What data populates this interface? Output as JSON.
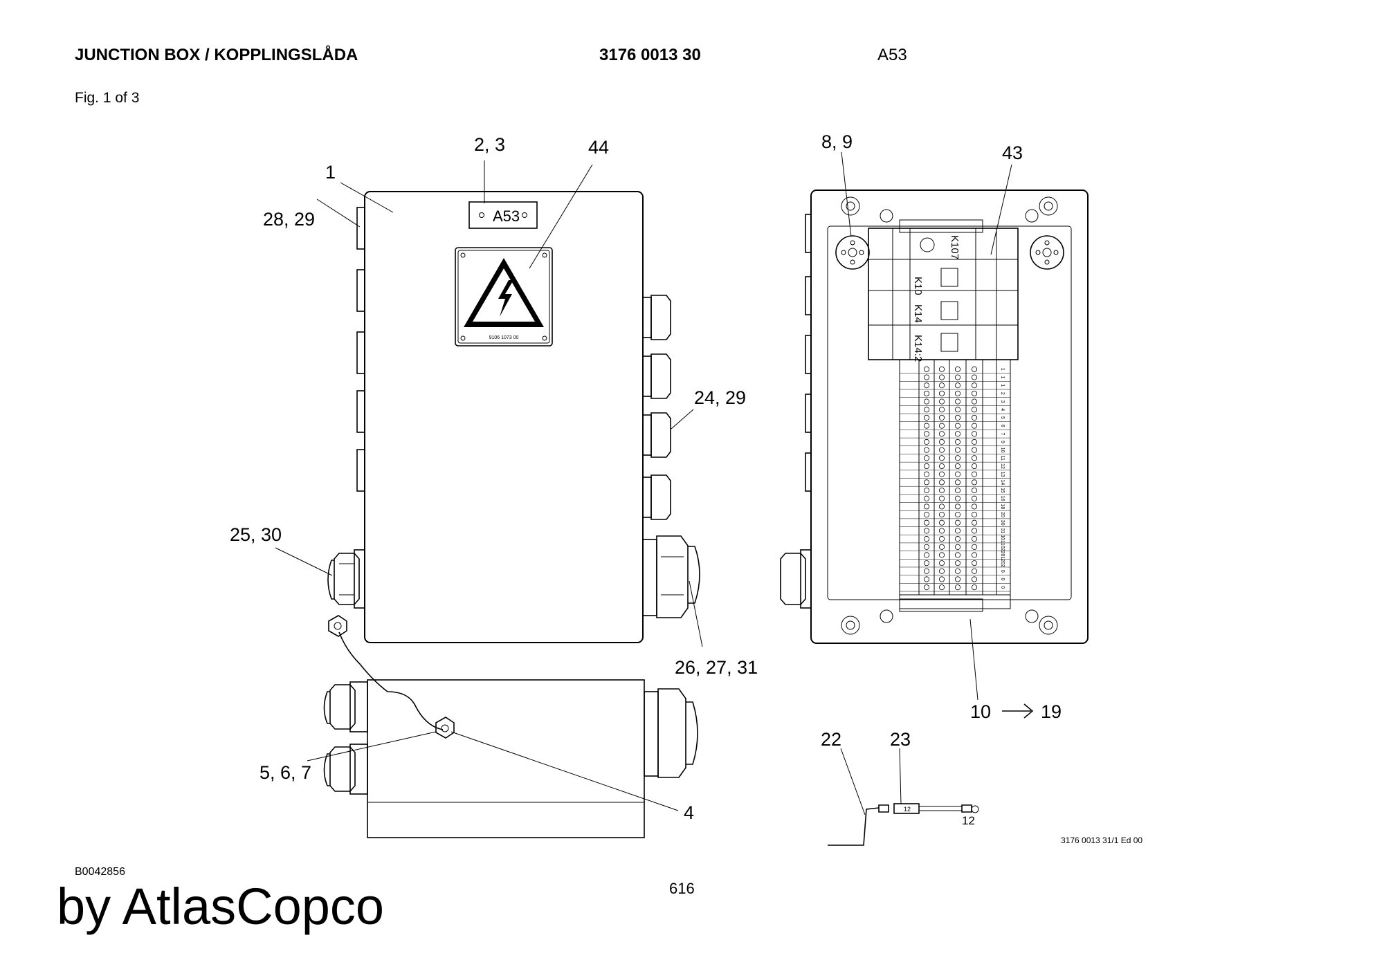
{
  "header": {
    "title": "JUNCTION BOX / KOPPLINGSLÅDA",
    "part_number": "3176 0013 30",
    "designation": "A53"
  },
  "figure_label": "Fig. 1 of 3",
  "doc_code": "B0042856",
  "page_number": "616",
  "brand": "by AtlasCopco",
  "drawing_ref": "3176 0013 31/1 Ed 00",
  "front_view": {
    "nameplate_text": "A53",
    "warning_sign_code": "9106 1073 00",
    "warning_icon": "electrical-hazard-icon"
  },
  "callouts": {
    "c1": "1",
    "c2_3": "2, 3",
    "c44": "44",
    "c28_29": "28, 29",
    "c24_29": "24, 29",
    "c25_30": "25, 30",
    "c26_27_31": "26, 27, 31",
    "c5_6_7": "5, 6, 7",
    "c4": "4",
    "c8_9": "8, 9",
    "c43": "43",
    "c10": "10",
    "c19": "19",
    "c22": "22",
    "c23": "23",
    "c12": "12"
  },
  "interior": {
    "relay_labels": [
      "K107",
      "K10",
      "K14",
      "K14:2"
    ],
    "terminal_count": 28,
    "terminal_numbers": [
      "1",
      "1",
      "1",
      "2",
      "3",
      "4",
      "5",
      "6",
      "7",
      "9",
      "10",
      "11",
      "12",
      "13",
      "14",
      "15",
      "16",
      "18",
      "20",
      "30",
      "31",
      "101",
      "102",
      "201",
      "202",
      "0",
      "0",
      "0"
    ]
  },
  "wire_marker": "12"
}
